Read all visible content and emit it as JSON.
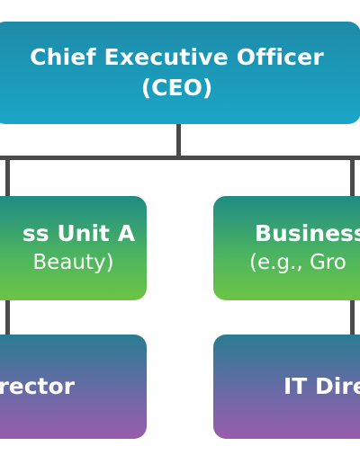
{
  "ceo": {
    "title": "Chief Executive Officer",
    "subtitle": "(CEO)"
  },
  "business_units": [
    {
      "title": "ss Unit A",
      "subtitle": "Beauty)"
    },
    {
      "title": "Business",
      "subtitle": "(e.g., Gro"
    }
  ],
  "directors": [
    {
      "title": "rector"
    },
    {
      "title": "IT Dire"
    }
  ],
  "colors": {
    "ceo_top": "#1e8ba8",
    "ceo_bottom": "#1aa6c8",
    "unit_top": "#1f8c86",
    "unit_bottom": "#6cc443",
    "director_top": "#2a7c92",
    "director_bottom": "#9a5cad",
    "connector": "#4a4a4a"
  }
}
